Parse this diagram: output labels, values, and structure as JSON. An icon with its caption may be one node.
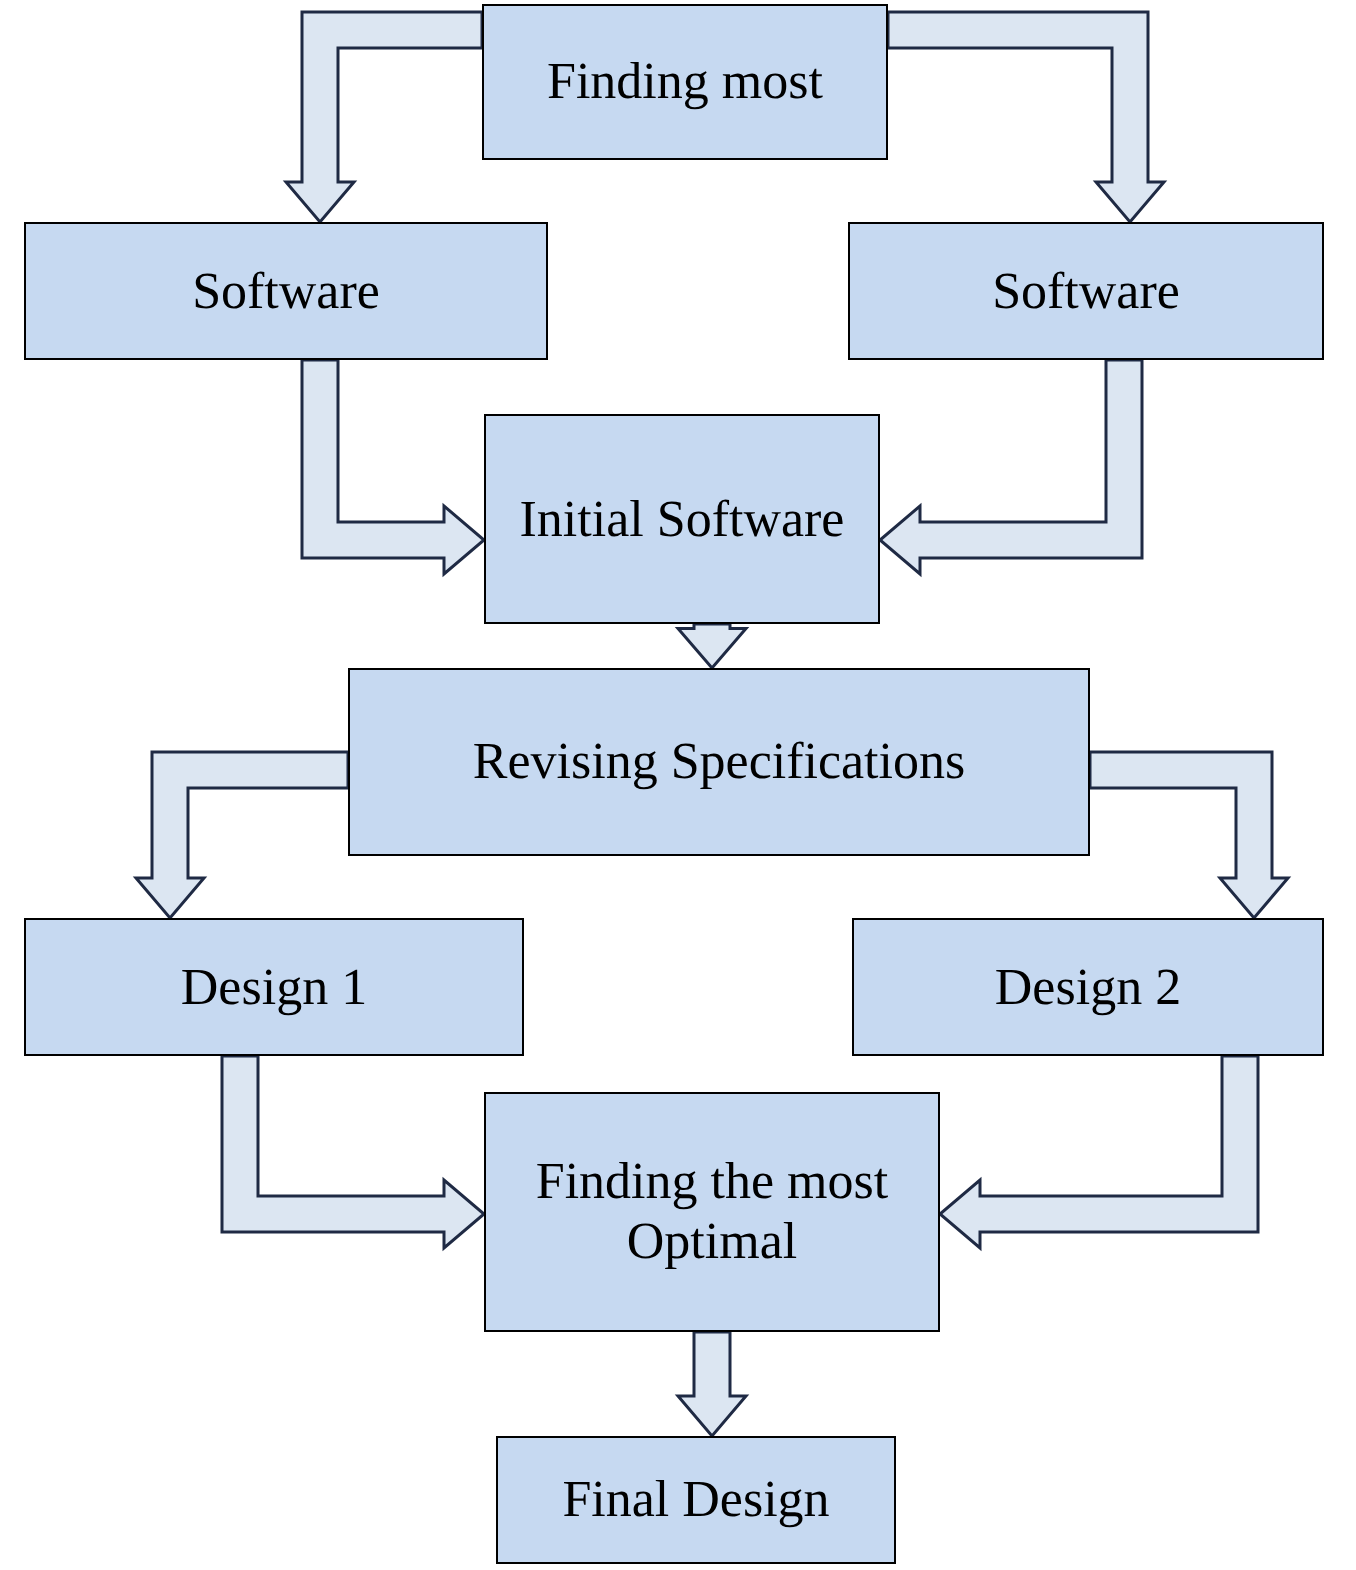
{
  "diagram": {
    "nodes": [
      {
        "text": [
          "Finding most"
        ]
      },
      {
        "text": [
          "Software"
        ]
      },
      {
        "text": [
          "Software"
        ]
      },
      {
        "text": [
          "Initial Software"
        ]
      },
      {
        "text": [
          "Revising Specifications"
        ]
      },
      {
        "text": [
          "Design 1"
        ]
      },
      {
        "text": [
          "Design 2"
        ]
      },
      {
        "text": [
          "Finding the most Optimal"
        ]
      },
      {
        "text": [
          "Final Design"
        ]
      }
    ],
    "edges": [
      {
        "from": 0,
        "to": 1,
        "arrow": "to"
      },
      {
        "from": 0,
        "to": 2,
        "arrow": "to"
      },
      {
        "from": 1,
        "to": 3,
        "arrow": "to"
      },
      {
        "from": 2,
        "to": 3,
        "arrow": "to"
      },
      {
        "from": 3,
        "to": 4,
        "arrow": "to"
      },
      {
        "from": 4,
        "to": 5,
        "arrow": "to"
      },
      {
        "from": 4,
        "to": 6,
        "arrow": "to"
      },
      {
        "from": 5,
        "to": 7,
        "arrow": "to"
      },
      {
        "from": 6,
        "to": 7,
        "arrow": "to"
      },
      {
        "from": 7,
        "to": 8,
        "arrow": "to"
      }
    ]
  }
}
